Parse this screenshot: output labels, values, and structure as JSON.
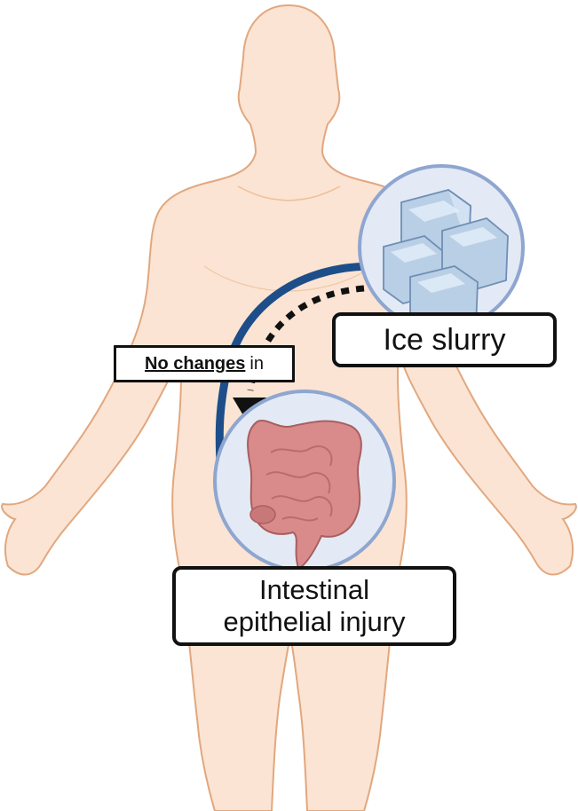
{
  "labels": {
    "ice_slurry": "Ice slurry",
    "injury_line1": "Intestinal",
    "injury_line2": "epithelial injury",
    "no_changes_strong": "No changes",
    "no_changes_rest": "in"
  },
  "colors": {
    "skin_fill": "#fbe4d3",
    "skin_outline": "#e2a77e",
    "arc_blue": "#1d4e89",
    "circle_fill": "#e3eaf5",
    "circle_ring": "#8ea6d0",
    "ice": "#b9cfe6",
    "intestine": "#d98b8b",
    "arrow_black": "#111111"
  },
  "icons": [
    "human-body-icon",
    "ice-cubes-icon",
    "intestines-icon"
  ]
}
